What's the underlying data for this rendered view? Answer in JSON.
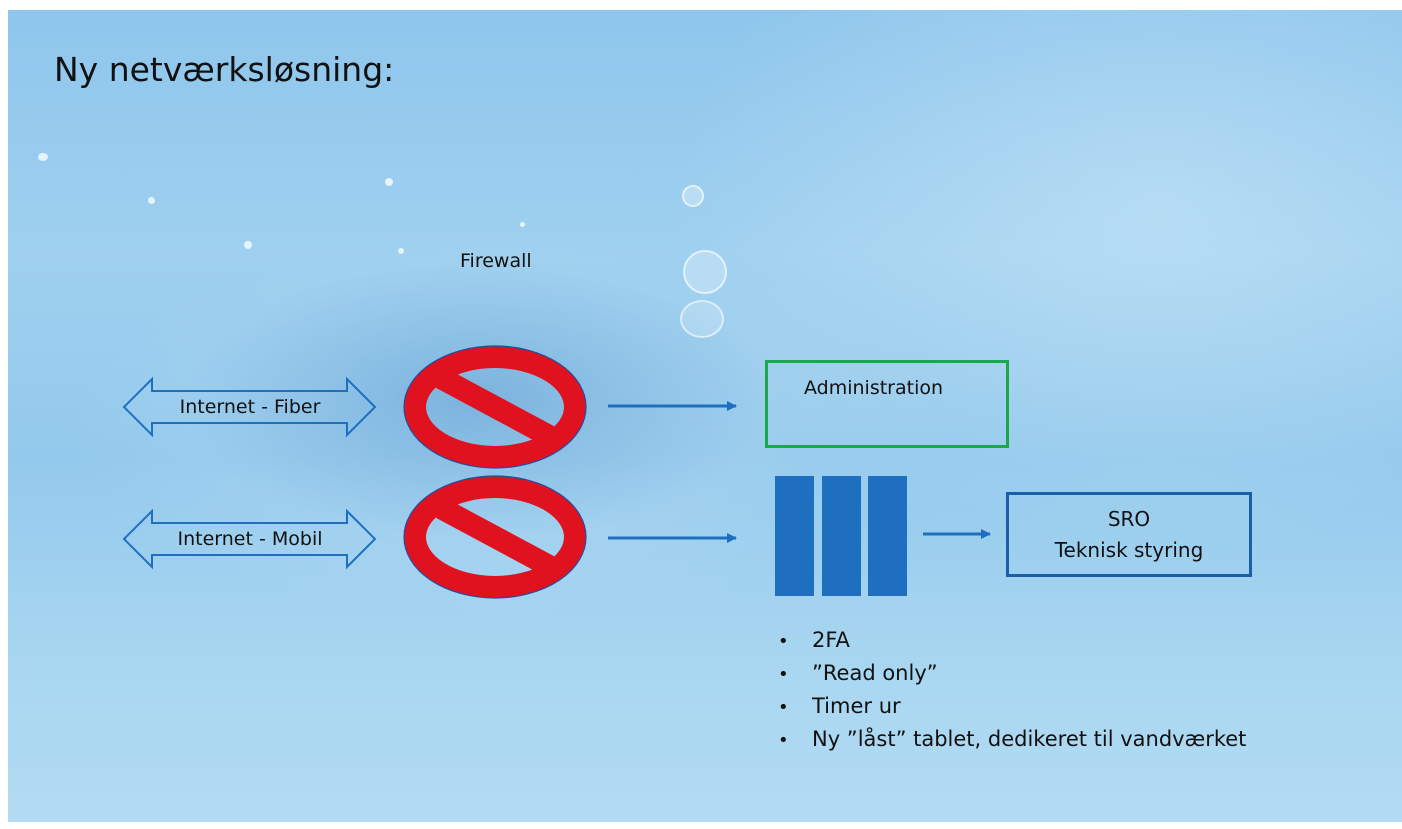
{
  "title": "Ny netværksløsning:",
  "firewall_label": "Firewall",
  "inputs": [
    "Internet - Fiber",
    "Internet - Mobil"
  ],
  "admin_label": "Administration",
  "sro": {
    "line1": "SRO",
    "line2": "Teknisk styring"
  },
  "bullets": [
    "2FA",
    "”Read only”",
    "Timer ur",
    "Ny ”låst” tablet, dedikeret til vandværket"
  ],
  "colors": {
    "block": "#e0121f",
    "admin_border": "#1aa84a",
    "sro_border": "#1b5fa8",
    "arrow": "#1f6fc0"
  }
}
